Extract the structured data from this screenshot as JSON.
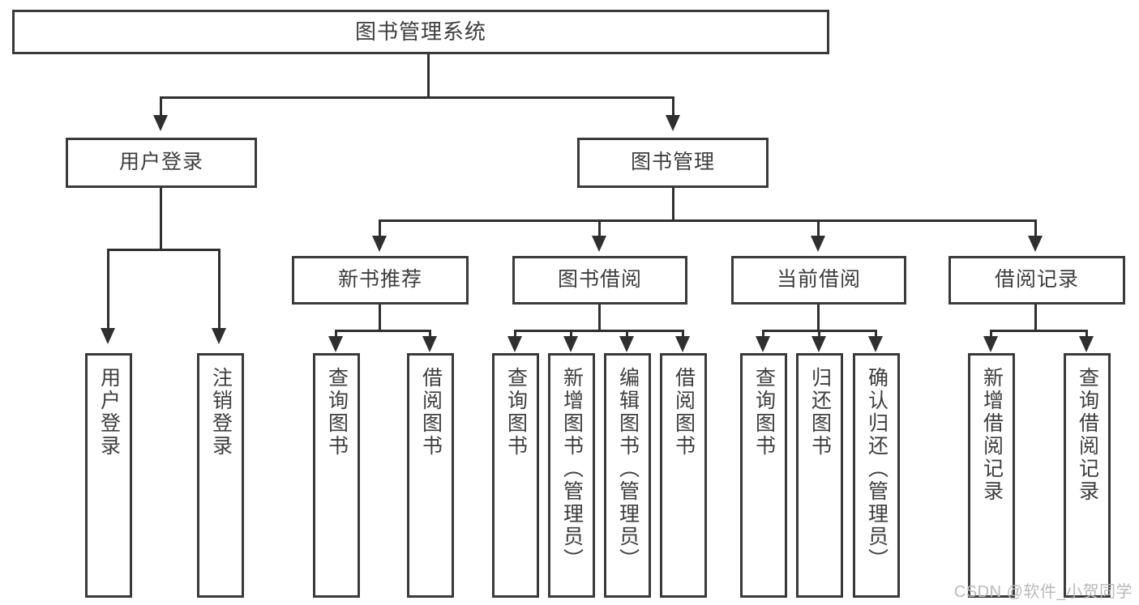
{
  "diagram": {
    "type": "tree-hierarchy",
    "title": "图书管理系统",
    "root": {
      "id": "root",
      "label": "图书管理系统",
      "level": 0
    },
    "level1": [
      {
        "id": "user-login",
        "label": "用户登录"
      },
      {
        "id": "book-manage",
        "label": "图书管理"
      }
    ],
    "level2": [
      {
        "id": "new-book-recommend",
        "label": "新书推荐",
        "parent": "book-manage"
      },
      {
        "id": "book-borrow",
        "label": "图书借阅",
        "parent": "book-manage"
      },
      {
        "id": "current-borrow",
        "label": "当前借阅",
        "parent": "book-manage"
      },
      {
        "id": "borrow-record",
        "label": "借阅记录",
        "parent": "book-manage"
      }
    ],
    "leaves": {
      "user-login": [
        {
          "id": "leaf-user-login",
          "label": "用户登录"
        },
        {
          "id": "leaf-user-logout",
          "label": "注销登录"
        }
      ],
      "new-book-recommend": [
        {
          "id": "leaf-query-book-1",
          "label": "查询图书"
        },
        {
          "id": "leaf-borrow-book-1",
          "label": "借阅图书"
        }
      ],
      "book-borrow": [
        {
          "id": "leaf-query-book-2",
          "label": "查询图书"
        },
        {
          "id": "leaf-add-book",
          "label": "新增图书（管理员）"
        },
        {
          "id": "leaf-edit-book",
          "label": "编辑图书（管理员）"
        },
        {
          "id": "leaf-borrow-book-2",
          "label": "借阅图书"
        }
      ],
      "current-borrow": [
        {
          "id": "leaf-query-book-3",
          "label": "查询图书"
        },
        {
          "id": "leaf-return-book",
          "label": "归还图书"
        },
        {
          "id": "leaf-confirm-return",
          "label": "确认归还（管理员）"
        }
      ],
      "borrow-record": [
        {
          "id": "leaf-add-record",
          "label": "新增借阅记录"
        },
        {
          "id": "leaf-query-record",
          "label": "查询借阅记录"
        }
      ]
    }
  },
  "watermark": {
    "text": "CSDN @软件_小贺同学"
  },
  "colors": {
    "box_border": "#3a3a3a",
    "line": "#2f2f2f",
    "text": "#3d3d3d",
    "background": "#ffffff",
    "watermark": "#b9b9b9"
  }
}
